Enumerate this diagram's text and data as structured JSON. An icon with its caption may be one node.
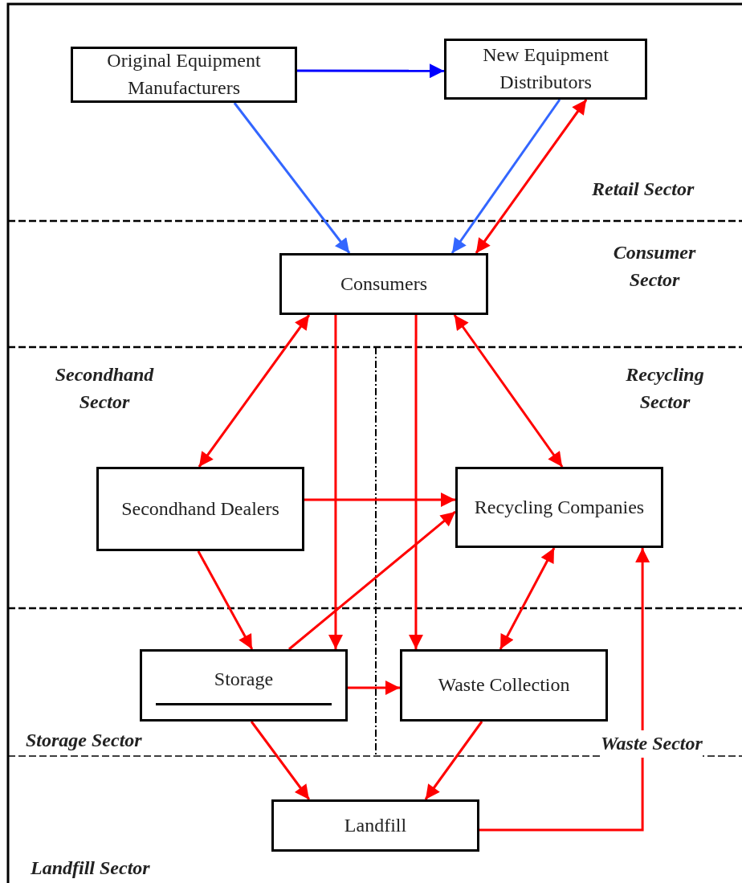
{
  "diagram": {
    "nodes": [
      {
        "text": [
          "Original Equipment Manufacturers"
        ]
      },
      {
        "text": [
          "New Equipment Distributors"
        ]
      },
      {
        "text": [
          "Consumers"
        ]
      },
      {
        "text": [
          "Secondhand Dealers"
        ]
      },
      {
        "text": [
          "Recycling Companies"
        ]
      },
      {
        "text": [
          "Storage"
        ]
      },
      {
        "text": [
          "Waste Collection"
        ]
      },
      {
        "text": [
          "Landfill"
        ]
      }
    ],
    "edges": [
      {
        "from": 0,
        "to": 1,
        "arrow": "to",
        "color": "#0000ff"
      },
      {
        "from": 0,
        "to": 2,
        "arrow": "to",
        "color": "#3366ff"
      },
      {
        "from": 1,
        "to": 2,
        "arrow": "to",
        "color": "#3366ff"
      },
      {
        "from": 2,
        "to": 1,
        "arrow": "both"
      },
      {
        "from": 2,
        "to": 3,
        "arrow": "both"
      },
      {
        "from": 2,
        "to": 5,
        "arrow": "to"
      },
      {
        "from": 2,
        "to": 6,
        "arrow": "to"
      },
      {
        "from": 2,
        "to": 4,
        "arrow": "both"
      },
      {
        "from": 3,
        "to": 4,
        "arrow": "to"
      },
      {
        "from": 3,
        "to": 5,
        "arrow": "to"
      },
      {
        "from": 5,
        "to": 4,
        "arrow": "to"
      },
      {
        "from": 5,
        "to": 6,
        "arrow": "to"
      },
      {
        "from": 4,
        "to": 6,
        "arrow": "both"
      },
      {
        "from": 5,
        "to": 7,
        "arrow": "to"
      },
      {
        "from": 6,
        "to": 7,
        "arrow": "to"
      },
      {
        "from": 7,
        "to": 4,
        "arrow": "to"
      }
    ],
    "labels": [
      "Retail Sector",
      "Consumer Sector",
      "Secondhand Sector",
      "Recycling Sector",
      "Storage Sector",
      "Waste Sector",
      "Landfill Sector"
    ]
  }
}
